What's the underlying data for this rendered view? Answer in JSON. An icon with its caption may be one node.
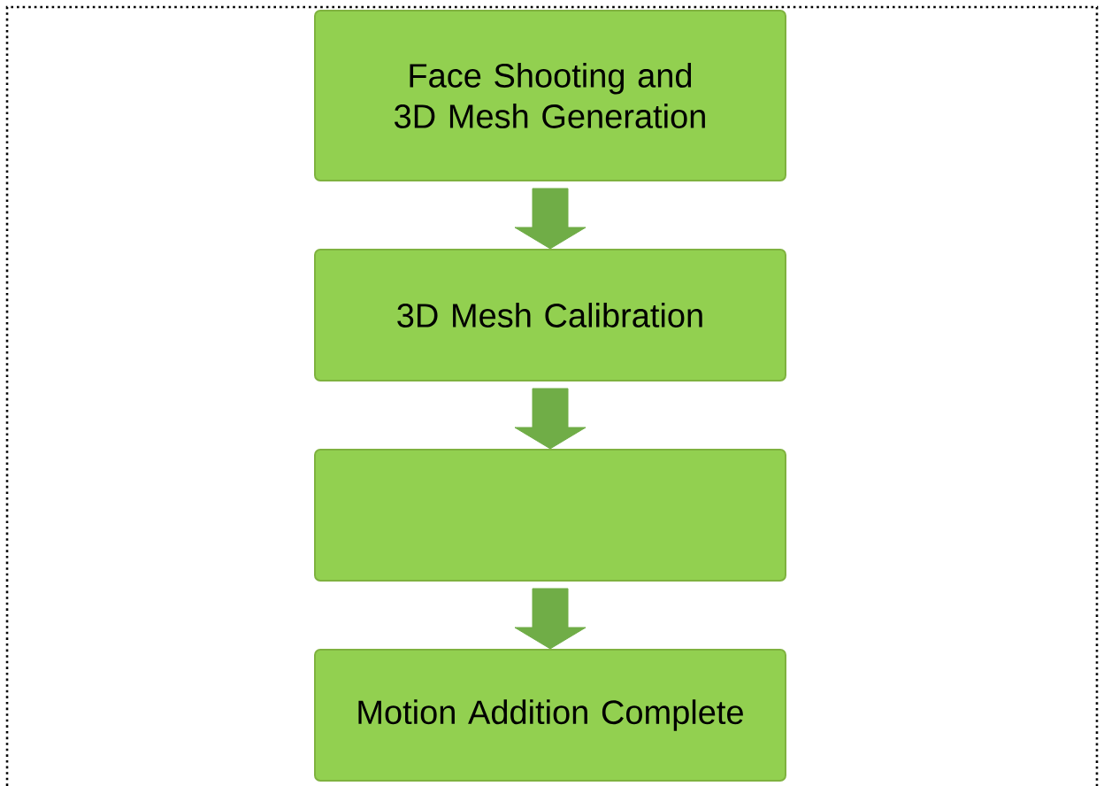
{
  "diagram": {
    "nodes": [
      {
        "text": [
          "Face Shooting and 3D Mesh Generation"
        ]
      },
      {
        "text": [
          "3D Mesh Calibration"
        ]
      },
      {
        "text": [],
        "shape": "box"
      },
      {
        "text": [
          "Motion Addition Complete"
        ]
      }
    ],
    "edges": [
      {
        "from": 0,
        "to": 1,
        "arrow": "to"
      },
      {
        "from": 1,
        "to": 2,
        "arrow": "to"
      },
      {
        "from": 2,
        "to": 3,
        "arrow": "to"
      }
    ]
  }
}
